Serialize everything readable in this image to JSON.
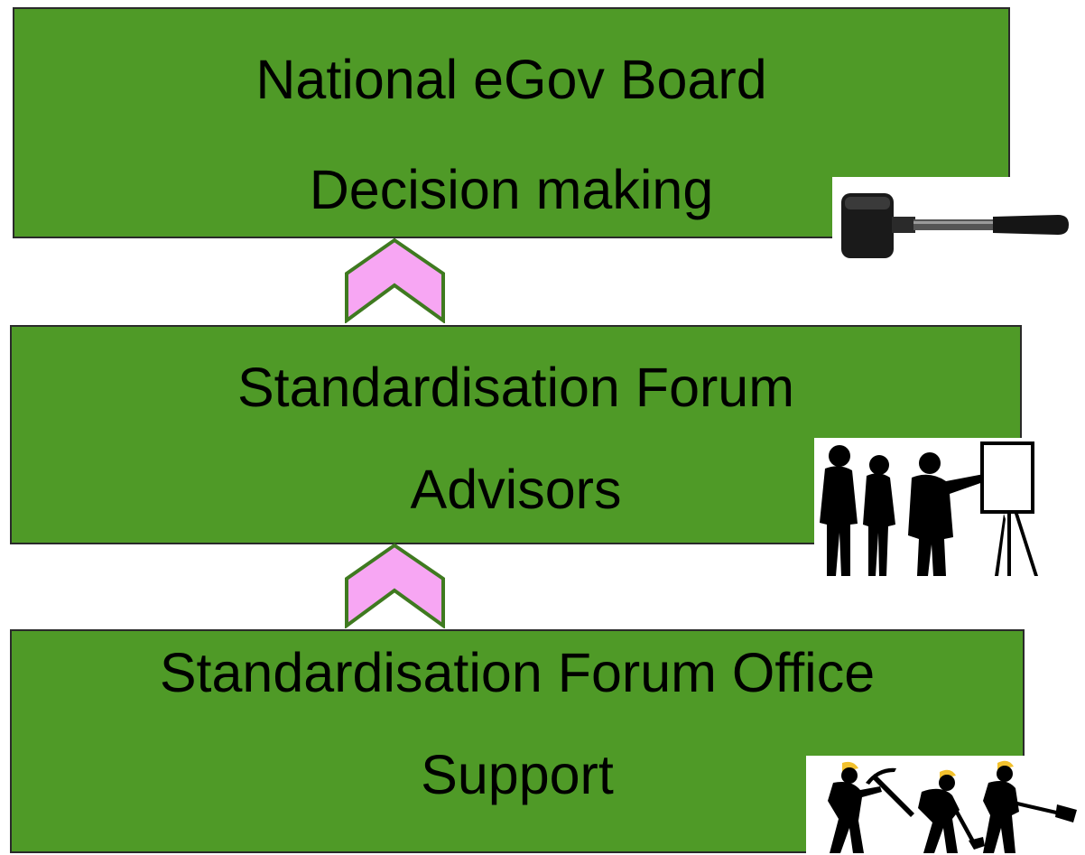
{
  "levels": [
    {
      "title": "National eGov Board",
      "role": "Decision making",
      "image": "gavel-icon"
    },
    {
      "title": "Standardisation Forum",
      "role": "Advisors",
      "image": "advisors-presentation-icon"
    },
    {
      "title": "Standardisation Forum Office",
      "role": "Support",
      "image": "workers-icon"
    }
  ],
  "colors": {
    "box_fill": "#4f9a27",
    "box_border": "#2a2a2a",
    "arrow_fill": "#f7a6f3",
    "arrow_stroke": "#3f7a20",
    "text": "#000000"
  },
  "arrows": [
    {
      "direction": "up",
      "shape": "chevron"
    },
    {
      "direction": "up",
      "shape": "chevron"
    }
  ]
}
